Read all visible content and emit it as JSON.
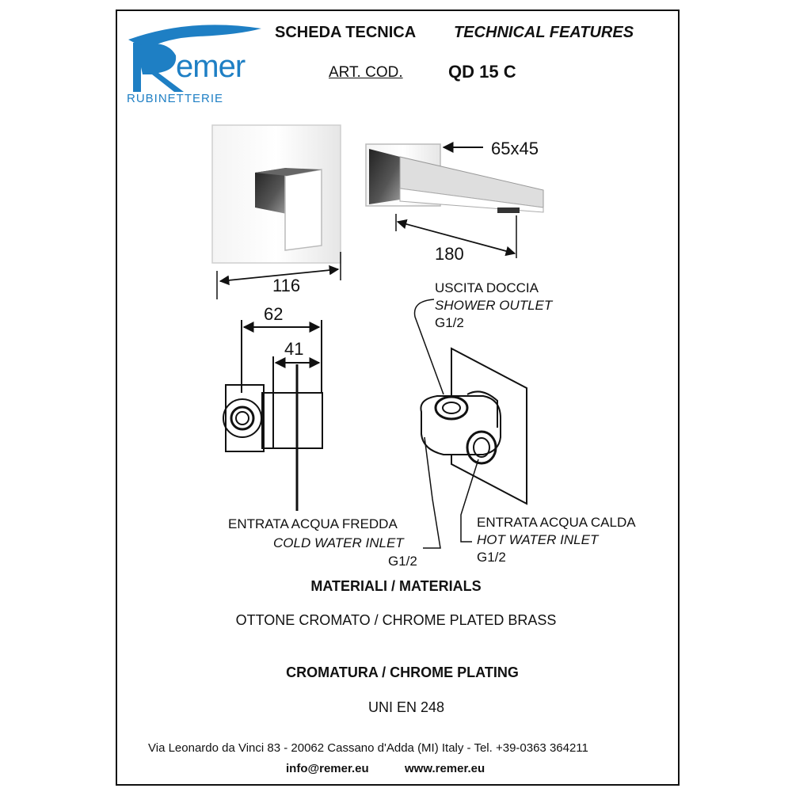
{
  "logo": {
    "brand": "Remer",
    "subtitle": "RUBINETTERIE",
    "color": "#1e7fc4"
  },
  "header": {
    "title_it": "SCHEDA TECNICA",
    "title_en": "TECHNICAL FEATURES",
    "art_label": "ART. COD.",
    "art_code": "QD 15 C"
  },
  "dimensions": {
    "plate_width": "116",
    "spout_section": "65x45",
    "spout_length": "180",
    "body_depth_total": "62",
    "body_depth_inner": "41"
  },
  "connections": {
    "shower_outlet": {
      "it": "USCITA DOCCIA",
      "en": "SHOWER OUTLET",
      "size": "G1/2"
    },
    "cold_inlet": {
      "it": "ENTRATA ACQUA FREDDA",
      "en": "COLD WATER INLET",
      "size": "G1/2"
    },
    "hot_inlet": {
      "it": "ENTRATA ACQUA CALDA",
      "en": "HOT WATER INLET",
      "size": "G1/2"
    }
  },
  "materials": {
    "heading": "MATERIALI / MATERIALS",
    "value": "OTTONE CROMATO / CHROME PLATED BRASS"
  },
  "plating": {
    "heading": "CROMATURA / CHROME PLATING",
    "value": "UNI EN 248"
  },
  "footer": {
    "address": "Via Leonardo da Vinci 83 - 20062 Cassano d'Adda (MI) Italy - Tel. +39-0363 364211",
    "email": "info@remer.eu",
    "website": "www.remer.eu"
  }
}
